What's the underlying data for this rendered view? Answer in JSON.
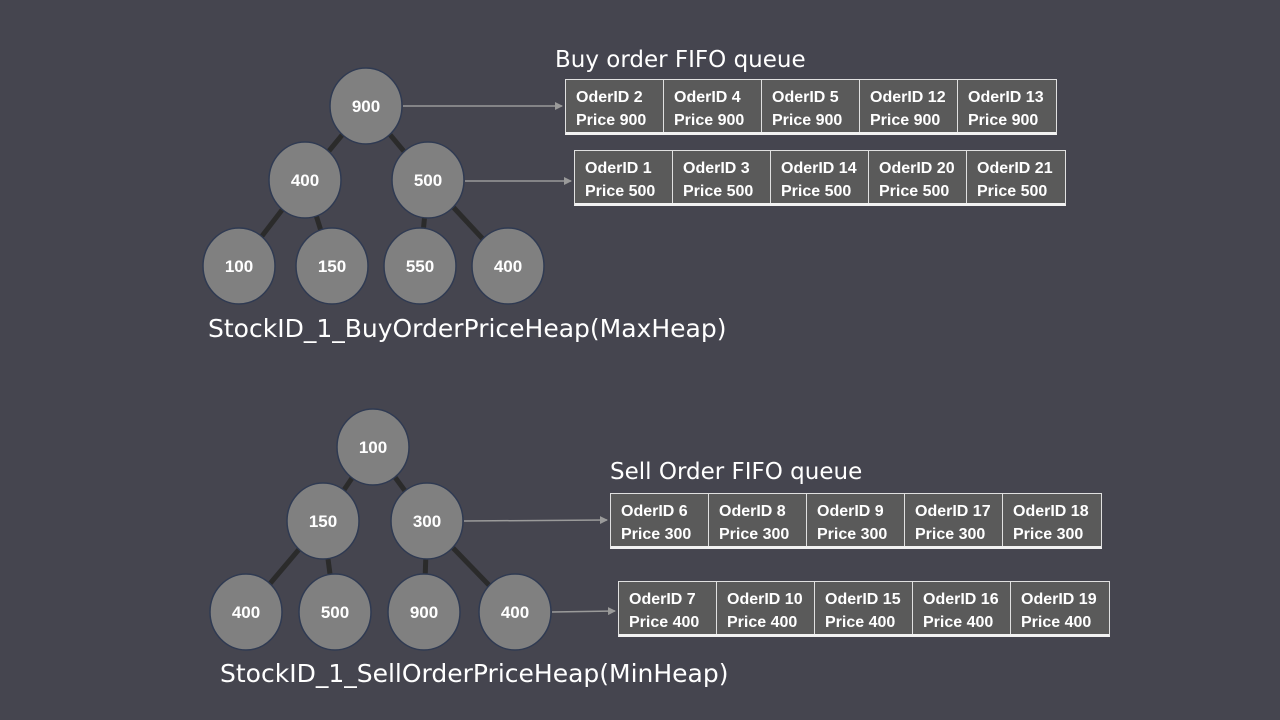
{
  "buy": {
    "heap_title": "StockID_1_BuyOrderPriceHeap(MaxHeap)",
    "queue_title": "Buy order FIFO queue",
    "nodes": [
      "900",
      "400",
      "500",
      "100",
      "150",
      "550",
      "400"
    ],
    "queues": [
      [
        {
          "id": "OderID 2",
          "price": "Price 900"
        },
        {
          "id": "OderID 4",
          "price": "Price 900"
        },
        {
          "id": "OderID 5",
          "price": "Price 900"
        },
        {
          "id": "OderID 12",
          "price": "Price 900"
        },
        {
          "id": "OderID 13",
          "price": "Price 900"
        }
      ],
      [
        {
          "id": "OderID 1",
          "price": "Price 500"
        },
        {
          "id": "OderID 3",
          "price": "Price 500"
        },
        {
          "id": "OderID 14",
          "price": "Price 500"
        },
        {
          "id": "OderID 20",
          "price": "Price 500"
        },
        {
          "id": "OderID 21",
          "price": "Price 500"
        }
      ]
    ]
  },
  "sell": {
    "heap_title": "StockID_1_SellOrderPriceHeap(MinHeap)",
    "queue_title": "Sell Order FIFO queue",
    "nodes": [
      "100",
      "150",
      "300",
      "400",
      "500",
      "900",
      "400"
    ],
    "queues": [
      [
        {
          "id": "OderID 6",
          "price": "Price 300"
        },
        {
          "id": "OderID 8",
          "price": "Price 300"
        },
        {
          "id": "OderID 9",
          "price": "Price 300"
        },
        {
          "id": "OderID 17",
          "price": "Price 300"
        },
        {
          "id": "OderID 18",
          "price": "Price 300"
        }
      ],
      [
        {
          "id": "OderID 7",
          "price": "Price 400"
        },
        {
          "id": "OderID 10",
          "price": "Price 400"
        },
        {
          "id": "OderID 15",
          "price": "Price 400"
        },
        {
          "id": "OderID 16",
          "price": "Price 400"
        },
        {
          "id": "OderID 19",
          "price": "Price 400"
        }
      ]
    ]
  },
  "colors": {
    "background": "#45454f",
    "node_fill": "#808080",
    "node_stroke": "#2f3a52",
    "edge": "#2b2b2b",
    "arrow": "#9a9a9a",
    "cell_fill": "#5a5a5a"
  }
}
